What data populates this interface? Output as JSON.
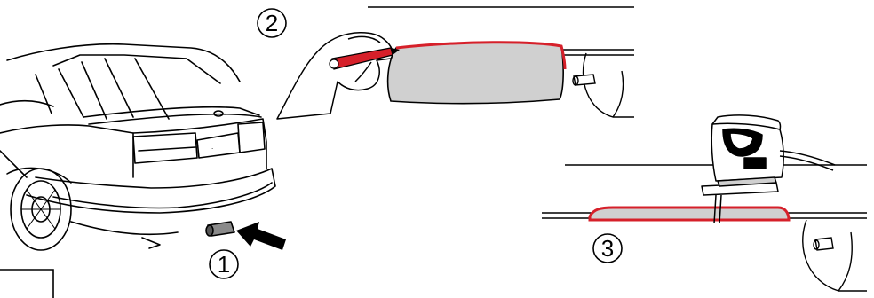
{
  "steps": [
    {
      "id": "1",
      "label": "1"
    },
    {
      "id": "2",
      "label": "2"
    },
    {
      "id": "3",
      "label": "3"
    }
  ],
  "colors": {
    "ink": "#000000",
    "marker_red": "#d6202a",
    "bumper_fill": "#cfcfcf",
    "skin": "#ffffff"
  },
  "icons": {
    "arrow": "arrow-icon",
    "jigsaw": "jigsaw-icon",
    "pen": "pen-icon",
    "car": "car-icon"
  }
}
